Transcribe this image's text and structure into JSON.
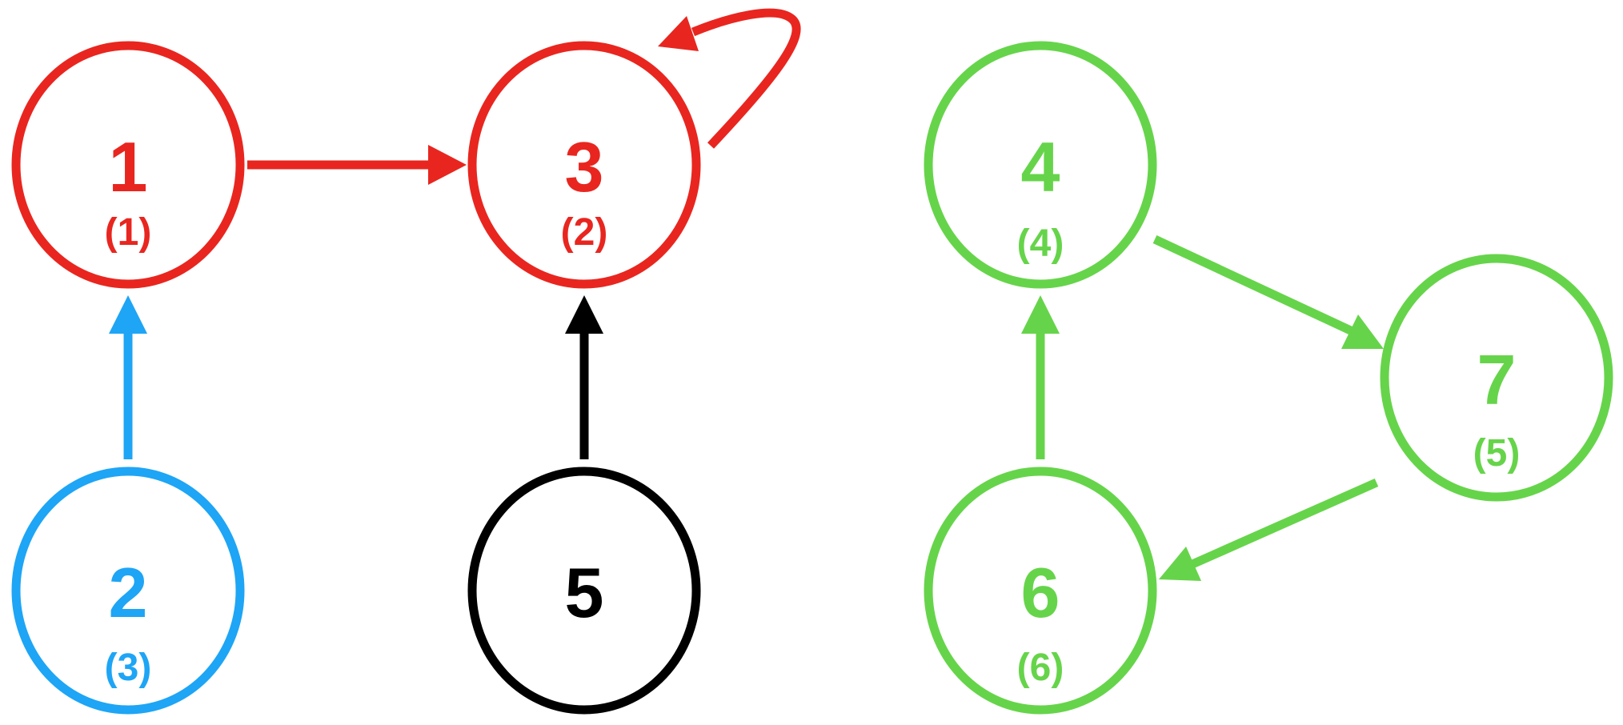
{
  "colors": {
    "red": "#e8261f",
    "blue": "#1ea5f5",
    "black": "#000000",
    "green": "#66d44a"
  },
  "nodes": {
    "n1": {
      "label": "1",
      "order": "(1)",
      "color": "red"
    },
    "n2": {
      "label": "2",
      "order": "(3)",
      "color": "blue"
    },
    "n3": {
      "label": "3",
      "order": "(2)",
      "color": "red"
    },
    "n4": {
      "label": "4",
      "order": "(4)",
      "color": "green"
    },
    "n5": {
      "label": "5",
      "order": "",
      "color": "black"
    },
    "n6": {
      "label": "6",
      "order": "(6)",
      "color": "green"
    },
    "n7": {
      "label": "7",
      "order": "(5)",
      "color": "green"
    }
  },
  "edges": [
    {
      "from": "1",
      "to": "3",
      "color": "red"
    },
    {
      "from": "3",
      "to": "3",
      "color": "red"
    },
    {
      "from": "2",
      "to": "1",
      "color": "blue"
    },
    {
      "from": "5",
      "to": "3",
      "color": "black"
    },
    {
      "from": "6",
      "to": "4",
      "color": "green"
    },
    {
      "from": "4",
      "to": "7",
      "color": "green"
    },
    {
      "from": "7",
      "to": "6",
      "color": "green"
    }
  ]
}
